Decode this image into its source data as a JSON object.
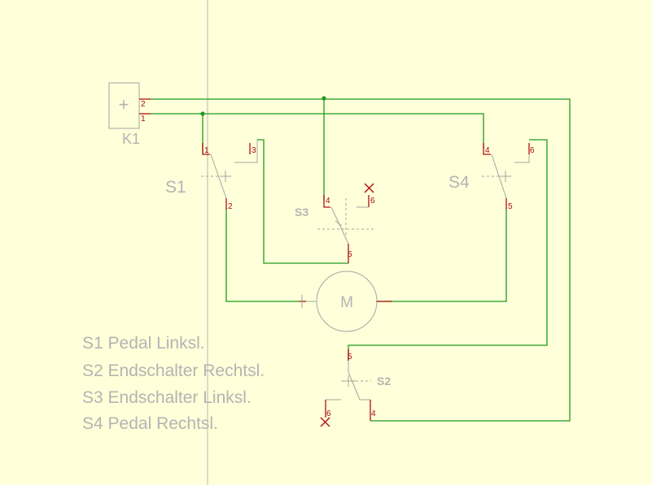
{
  "colors": {
    "background": "#ffffd9",
    "wire": "#1e9a1e",
    "terminal": "#b01010",
    "component": "#a6a6a6",
    "label": "#b4b4b4"
  },
  "diagram": {
    "supply": {
      "label": "K1",
      "symbol": "+",
      "terminal_top": "2",
      "terminal_bottom": "1"
    },
    "s1": {
      "label": "S1",
      "t1": "1",
      "t2": "2",
      "t3": "3"
    },
    "s4": {
      "label": "S4",
      "t4": "4",
      "t5": "5",
      "t6": "6"
    },
    "s3": {
      "label": "S3",
      "t4": "4",
      "t5": "5",
      "t6": "6"
    },
    "s2": {
      "label": "S2",
      "t4": "4",
      "t5": "5",
      "t6": "6"
    },
    "motor": {
      "label": "M"
    }
  },
  "legend": {
    "line1": "S1 Pedal Linksl.",
    "line2": "S2 Endschalter Rechtsl.",
    "line3": "S3 Endschalter Linksl.",
    "line4": "S4 Pedal Rechtsl."
  }
}
